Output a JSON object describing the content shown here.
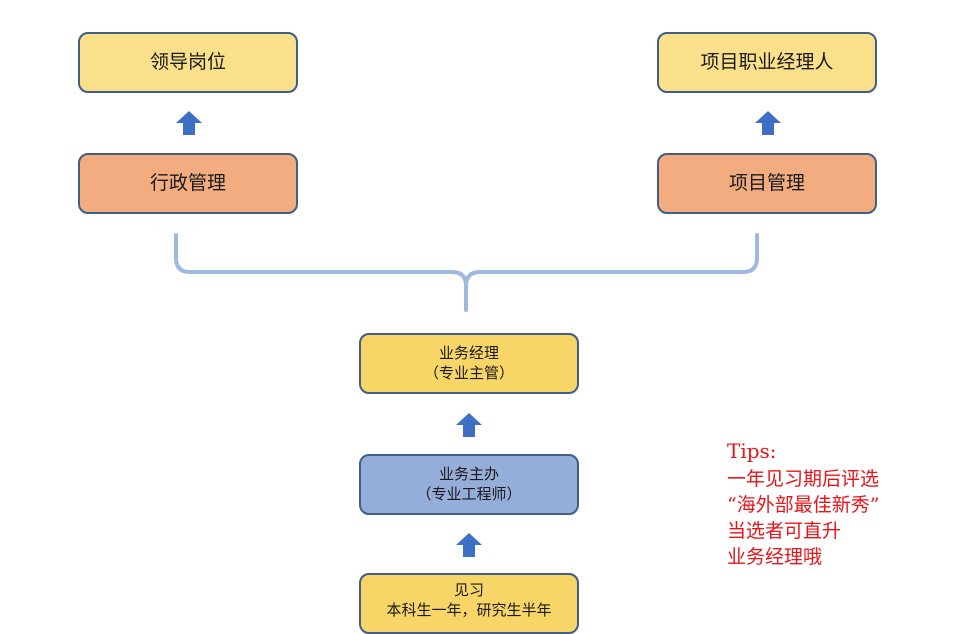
{
  "nodes": {
    "leader_post": "领导岗位",
    "pm_professional": "项目职业经理人",
    "admin_mgmt": "行政管理",
    "project_mgmt": "项目管理",
    "biz_manager": {
      "line1": "业务经理",
      "line2": "（专业主管）"
    },
    "biz_lead": {
      "line1": "业务主办",
      "line2": "（专业工程师）"
    },
    "intern": {
      "line1": "见习",
      "line2": "本科生一年，研究生半年"
    }
  },
  "tips": {
    "title": "Tips:",
    "lines": [
      "一年见习期后评选",
      "“海外部最佳新秀”",
      "当选者可直升",
      "业务经理哦"
    ]
  },
  "colors": {
    "box_border": "#3f5f86",
    "yellow": "#fbe08b",
    "orange": "#f2ac80",
    "blue": "#95add9",
    "arrow": "#3d6fc4",
    "bracket": "#9fb8de",
    "tips_text": "#e8141a"
  }
}
